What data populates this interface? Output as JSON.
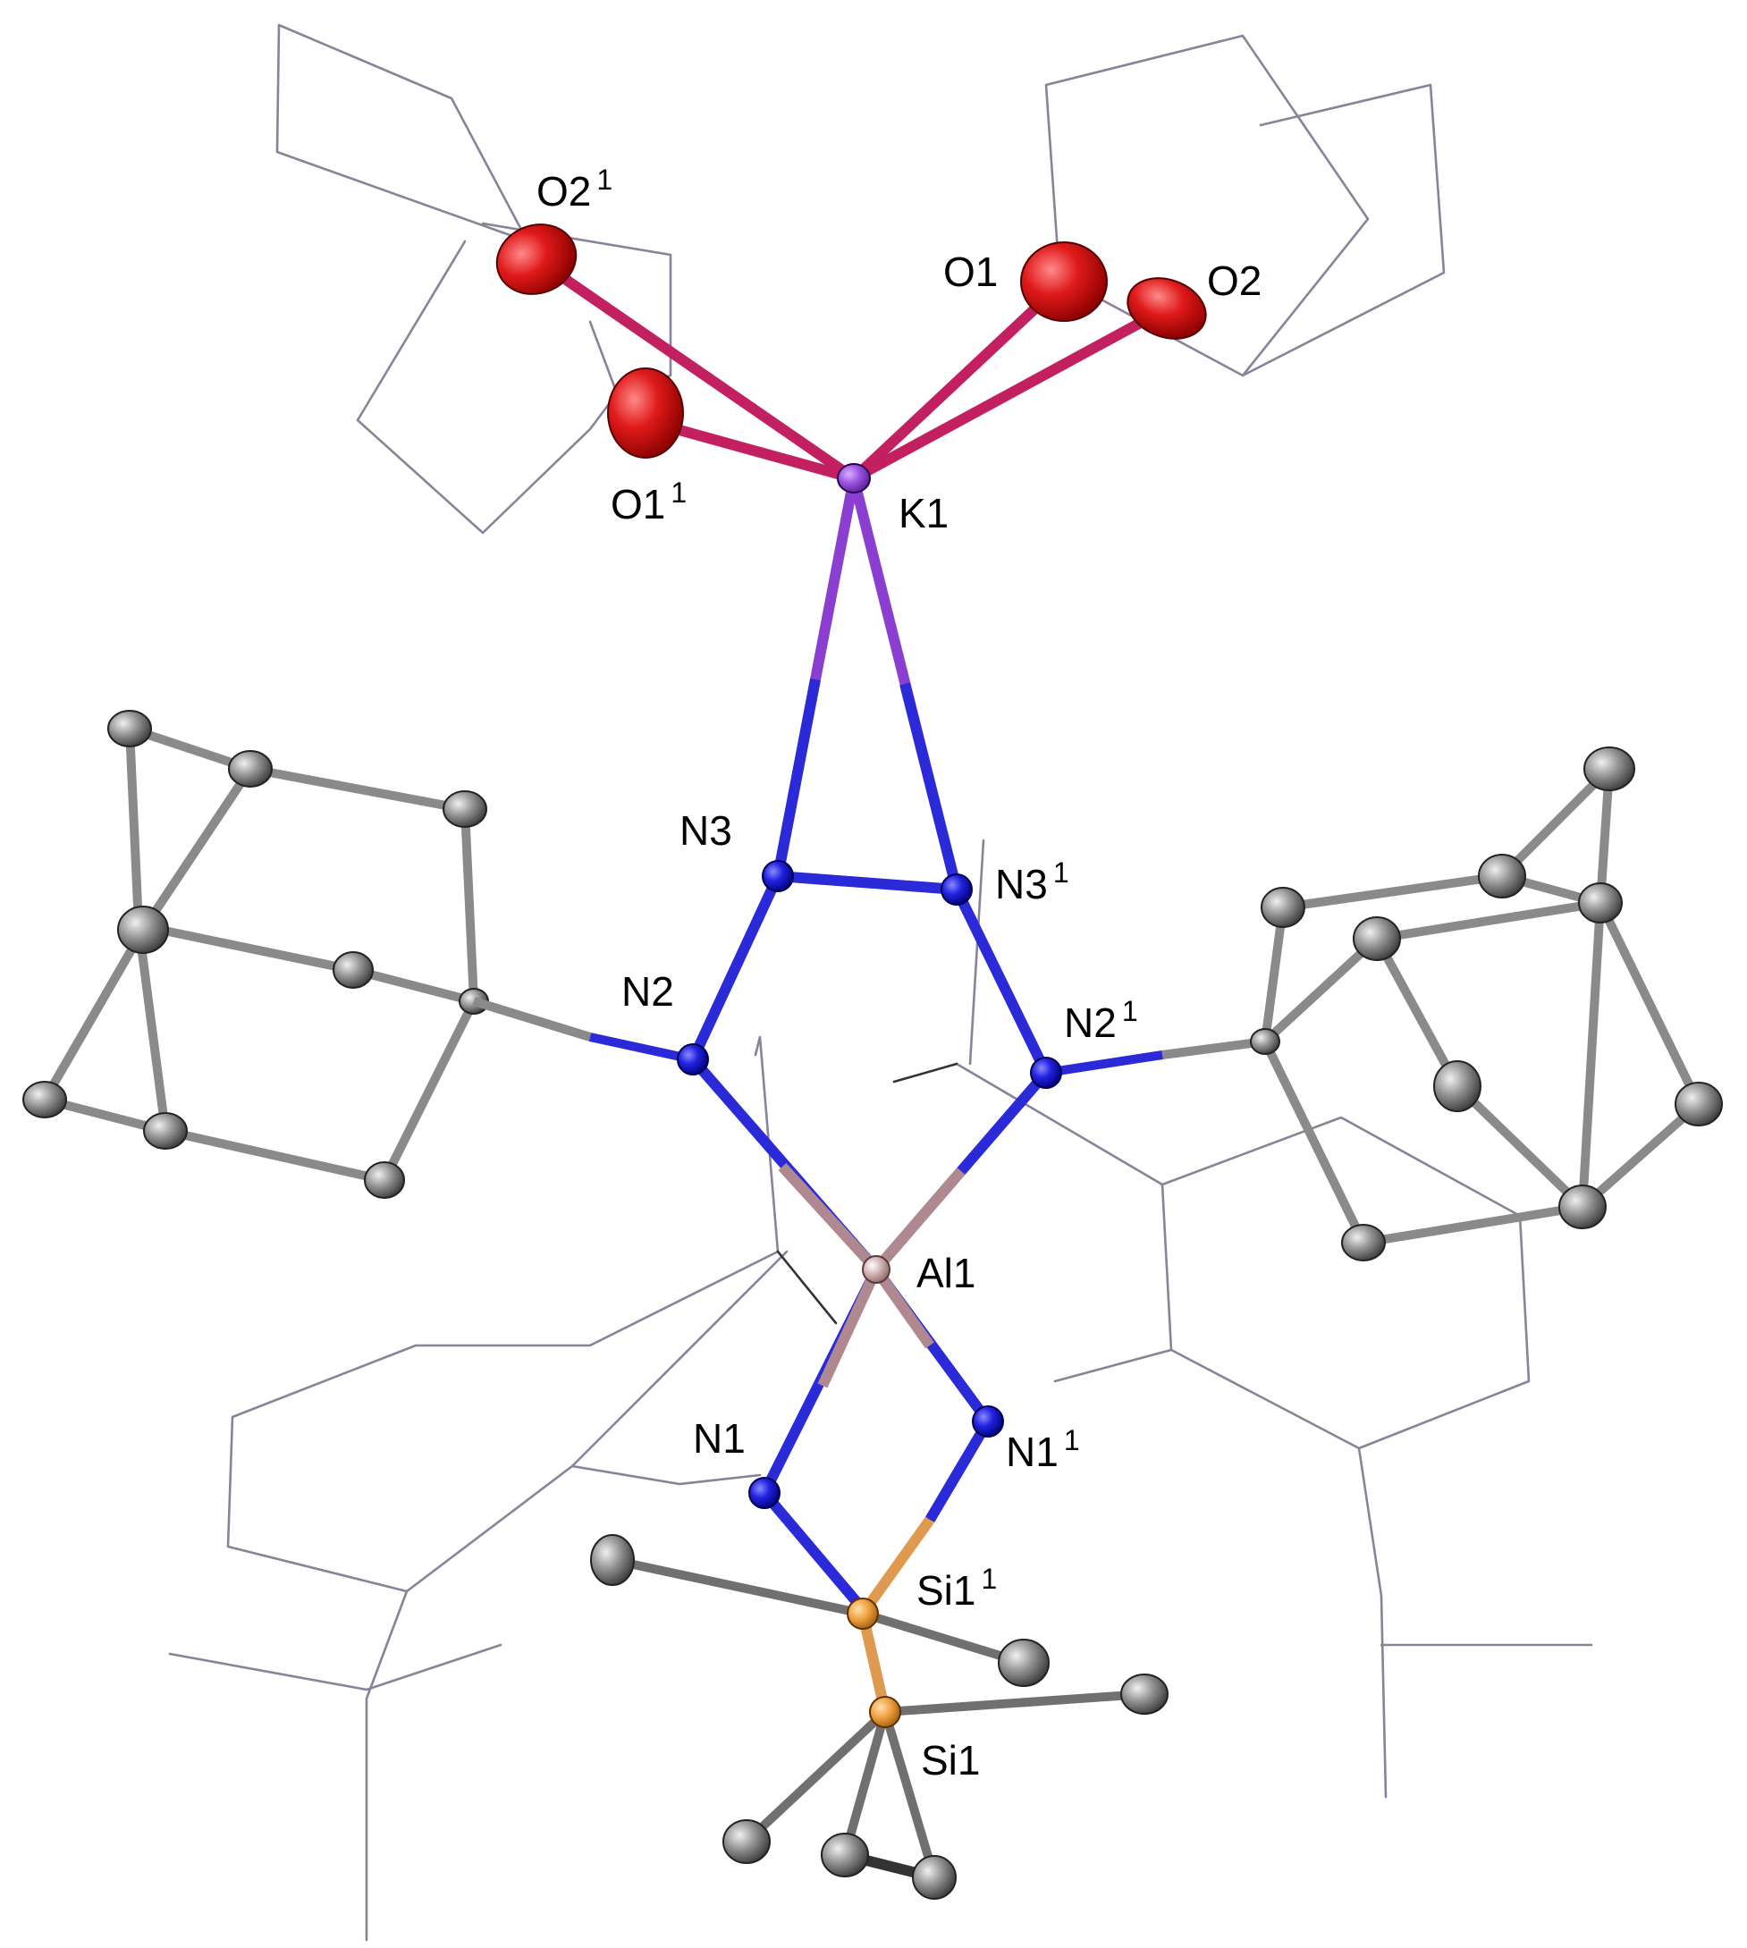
{
  "figure": {
    "colors": {
      "oxygen": "#e01a1a",
      "potassium": "#8a3fd0",
      "nitrogen": "#2222e0",
      "aluminium": "#c8a0a0",
      "silicon": "#f0a040",
      "carbon": "#808080",
      "wireframe": "#8a8298",
      "label": "#000000"
    },
    "labels": [
      {
        "id": "O2_1",
        "base": "O2",
        "sup": "1"
      },
      {
        "id": "O1",
        "base": "O1",
        "sup": ""
      },
      {
        "id": "O2",
        "base": "O2",
        "sup": ""
      },
      {
        "id": "O1_1",
        "base": "O1",
        "sup": "1"
      },
      {
        "id": "K1",
        "base": "K1",
        "sup": ""
      },
      {
        "id": "N3",
        "base": "N3",
        "sup": ""
      },
      {
        "id": "N3_1",
        "base": "N3",
        "sup": "1"
      },
      {
        "id": "N2",
        "base": "N2",
        "sup": ""
      },
      {
        "id": "N2_1",
        "base": "N2",
        "sup": "1"
      },
      {
        "id": "Al1",
        "base": "Al1",
        "sup": ""
      },
      {
        "id": "N1",
        "base": "N1",
        "sup": ""
      },
      {
        "id": "N1_1",
        "base": "N1",
        "sup": "1"
      },
      {
        "id": "Si1_1",
        "base": "Si1",
        "sup": "1"
      },
      {
        "id": "Si1",
        "base": "Si1",
        "sup": ""
      }
    ]
  }
}
